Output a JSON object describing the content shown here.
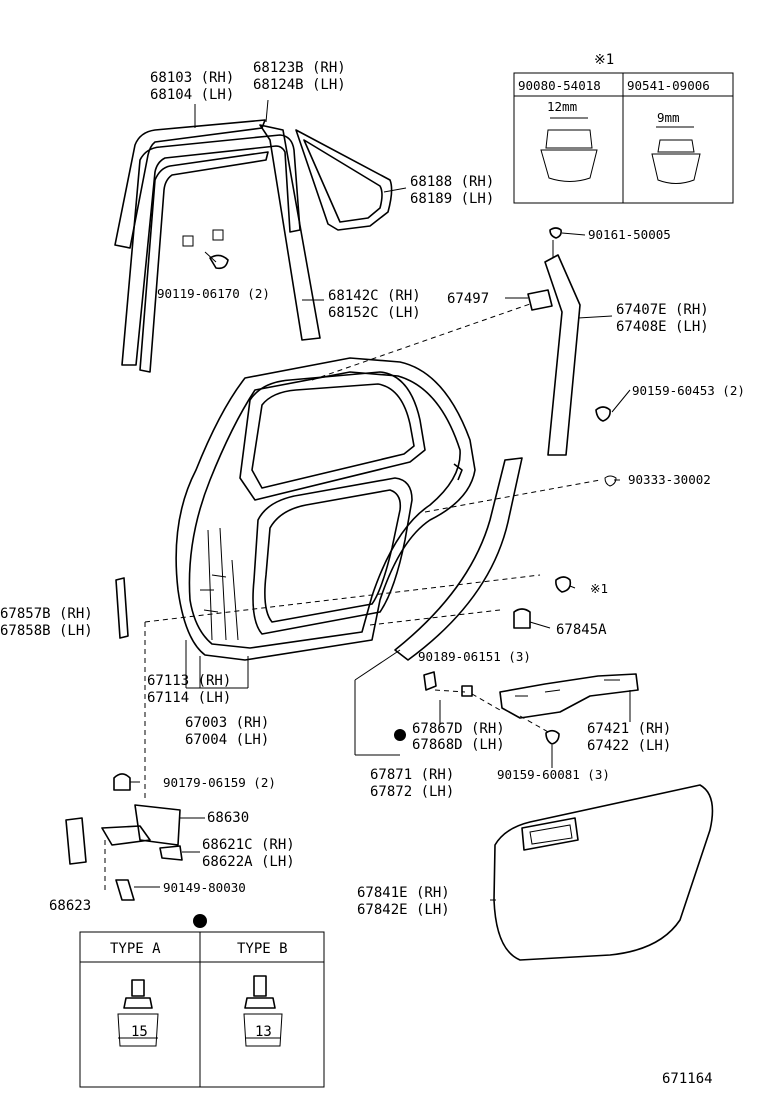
{
  "diagram_code": "671164",
  "callout_note": {
    "title": "※1",
    "columns": [
      {
        "part": "90080-54018",
        "dimension": "12mm"
      },
      {
        "part": "90541-09006",
        "dimension": "9mm"
      }
    ]
  },
  "clip_types": {
    "columns": [
      {
        "name": "TYPE A",
        "dimension": "15"
      },
      {
        "name": "TYPE B",
        "dimension": "13"
      }
    ]
  },
  "labels": {
    "l68103": "68103 (RH)",
    "l68104": "68104 (LH)",
    "l68123": "68123B (RH)",
    "l68124": "68124B (LH)",
    "l68188": "68188 (RH)",
    "l68189": "68189 (LH)",
    "l90119": "90119-06170 (2)",
    "l68142": "68142C (RH)",
    "l68152": "68152C (LH)",
    "l90161": "90161-50005",
    "l67497": "67497",
    "l67407": "67407E (RH)",
    "l67408": "67408E (LH)",
    "l90159a": "90159-60453 (2)",
    "l90333": "90333-30002",
    "lnote1": "※1",
    "l67857": "67857B (RH)",
    "l67858": "67858B (LH)",
    "l67845": "67845A",
    "l67113": "67113 (RH)",
    "l67114": "67114 (LH)",
    "l90189": "90189-06151 (3)",
    "l67003": "67003 (RH)",
    "l67004": "67004 (LH)",
    "l67867": "67867D (RH)",
    "l67868": "67868D (LH)",
    "l67421": "67421 (RH)",
    "l67422": "67422 (LH)",
    "l90179": "90179-06159 (2)",
    "l67871": "67871 (RH)",
    "l67872": "67872 (LH)",
    "l90159b": "90159-60081 (3)",
    "l68630": "68630",
    "l68621": "68621C (RH)",
    "l68622": "68622A (LH)",
    "l90149": "90149-80030",
    "l68623": "68623",
    "l67841": "67841E (RH)",
    "l67842": "67842E (LH)"
  }
}
